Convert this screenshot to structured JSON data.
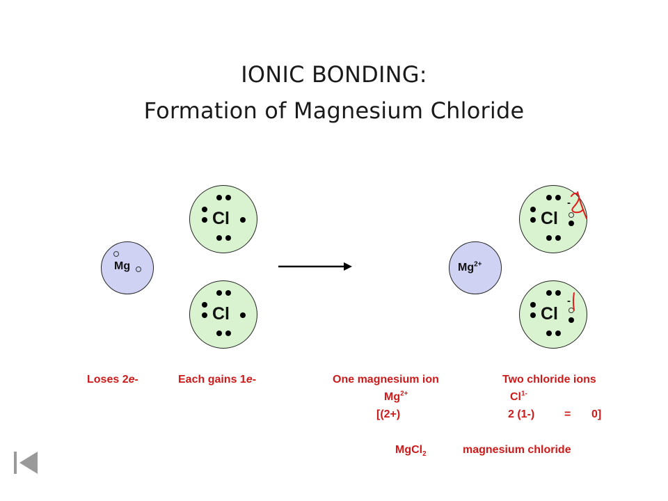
{
  "title": {
    "line1": "IONIC  BONDING:",
    "line2": "Formation of Magnesium Chloride"
  },
  "atoms": {
    "mg_left": "Mg",
    "cl": "Cl",
    "mg_ion": "Mg",
    "mg_ion_charge": "2+",
    "cl_charge": "-"
  },
  "labels": {
    "loses_pre": "Loses 2",
    "loses_e": "e",
    "loses_post": "-",
    "gains_pre": "Each gains 1",
    "gains_e": "e",
    "gains_post": "-",
    "one_mg_ion": "One magnesium ion",
    "two_cl_ions": "Two chloride ions",
    "mg_sym": "Mg",
    "mg_charge": "2+",
    "cl_sym": "Cl",
    "cl_charge": "1-",
    "bracket_mg": "[(2+)",
    "cl_product": "2 (1-)",
    "equals": "=",
    "zero": "0]",
    "formula_base": "MgCl",
    "formula_sub": "2",
    "formula_name": "magnesium chloride"
  },
  "colors": {
    "chlorine_fill": "#d9f2cf",
    "magnesium_fill": "#cfd2f3",
    "label_red": "#cc1a1a",
    "annotation_red": "#e01b1b"
  },
  "icons": {
    "arrow": "reaction-arrow",
    "nav": "first-slide-icon"
  }
}
